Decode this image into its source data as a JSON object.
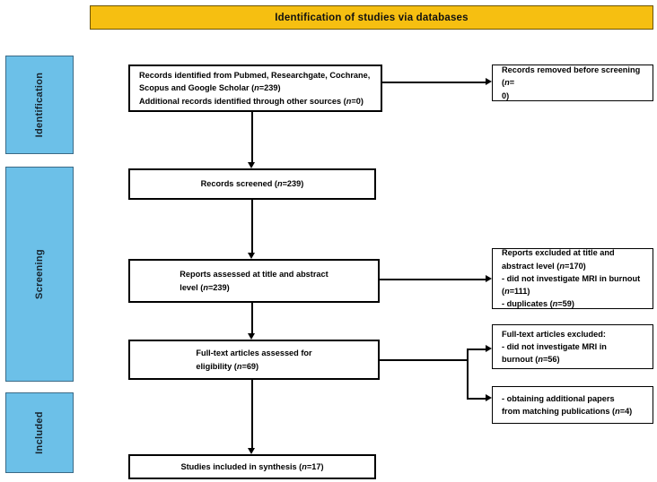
{
  "banner": {
    "title": "Identification of studies via databases"
  },
  "phases": [
    {
      "id": "identification",
      "label": "Identification"
    },
    {
      "id": "screening",
      "label": "Screening"
    },
    {
      "id": "included",
      "label": "Included"
    }
  ],
  "boxes": {
    "records_identified": {
      "line1": "Records identified from Pubmed, Researchgate, Cochrane,",
      "line2": "Scopus and Google Scholar (n=239)",
      "line3": "Additional records identified through other sources (n=0)"
    },
    "records_removed": {
      "line1": "Records removed before screening (n=",
      "line2": "0)"
    },
    "records_screened": {
      "line1": "Records screened (n=239)"
    },
    "reports_assessed": {
      "line1": "Reports assessed at title and abstract",
      "line2": "level  (n=239)"
    },
    "reports_excluded": {
      "line1": "Reports excluded at title and",
      "line2": "abstract level (n=170)",
      "line3": "- did not investigate MRI in burnout",
      "line4": "(n=111)",
      "line5": "- duplicates (n=59)"
    },
    "fulltext_assessed": {
      "line1": "Full-text articles assessed for",
      "line2": "eligibility (n=69)"
    },
    "fulltext_excluded": {
      "line1": "Full-text articles excluded:",
      "line2": "- did not investigate MRI in",
      "line3": "burnout (n=56)"
    },
    "additional_papers": {
      "line1": "- obtaining additional papers",
      "line2": "from matching publications (n=4)"
    },
    "studies_included": {
      "line1": "Studies included in synthesis (n=17)"
    }
  },
  "colors": {
    "banner_fill": "#F6BF11",
    "banner_border": "#6b5300",
    "phase_fill": "#6CC0E8",
    "phase_border": "#3b6a86",
    "box_border": "#000000",
    "page_background": "#ffffff"
  }
}
